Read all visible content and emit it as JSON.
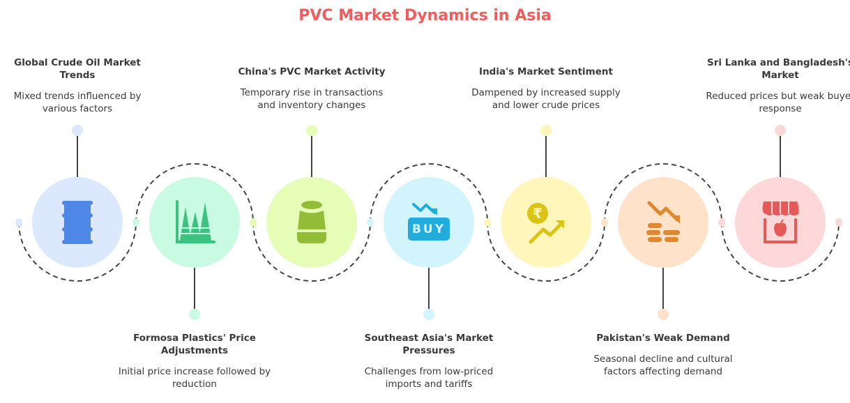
{
  "title": "PVC Market Dynamics in Asia",
  "steps": [
    {
      "heading": "Global Crude Oil Market Trends",
      "description": "Mixed trends influenced by various factors",
      "icon": "oil-barrel-icon",
      "bg": "#dce8fd",
      "fg": "#4f87e6",
      "dot": "#dce8fd"
    },
    {
      "heading": "Formosa Plastics' Price Adjustments",
      "description": "Initial price increase followed by reduction",
      "icon": "peak-chart-icon",
      "bg": "#c9fbe3",
      "fg": "#3ec17e",
      "dot": "#c9fbe3"
    },
    {
      "heading": "China's PVC Market Activity",
      "description": "Temporary rise in transactions and inventory changes",
      "icon": "container-icon",
      "bg": "#e6fdb8",
      "fg": "#93bd37",
      "dot": "#e6fdb8"
    },
    {
      "heading": "Southeast Asia's Market Pressures",
      "description": "Challenges from low-priced imports and tariffs",
      "icon": "buy-trend-down-icon",
      "bg": "#d2f4fd",
      "fg": "#21acdb",
      "dot": "#d2f4fd"
    },
    {
      "heading": "India's Market Sentiment",
      "description": "Dampened by increased supply and lower crude prices",
      "icon": "rupee-trend-up-icon",
      "bg": "#fef6bb",
      "fg": "#dcc416",
      "dot": "#fef6bb"
    },
    {
      "heading": "Pakistan's Weak Demand",
      "description": "Seasonal decline and cultural factors affecting demand",
      "icon": "coins-trend-down-icon",
      "bg": "#fee2c9",
      "fg": "#e08830",
      "dot": "#fee2c9"
    },
    {
      "heading": "Sri Lanka and Bangladesh's Market",
      "description": "Reduced prices but weak buyer response",
      "icon": "storefront-icon",
      "bg": "#fed8d8",
      "fg": "#e35a58",
      "dot": "#fed8d8"
    }
  ],
  "buy_label": "BUY",
  "rupee_symbol": "₹"
}
